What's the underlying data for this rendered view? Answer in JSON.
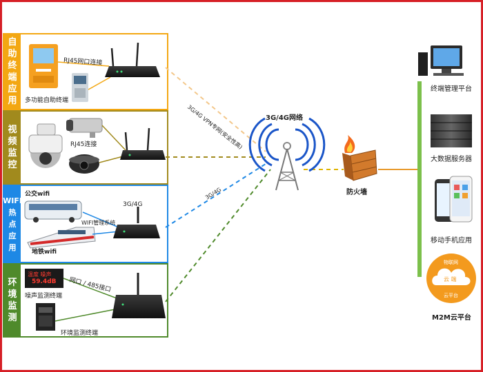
{
  "panels": [
    {
      "side": [
        "自",
        "助",
        "终",
        "端",
        "应",
        "用"
      ],
      "color": "#f3a712"
    },
    {
      "side": [
        "视",
        "频",
        "监",
        "控"
      ],
      "color": "#a18a1d"
    },
    {
      "side": [
        "WIFI",
        "热",
        "点",
        "应",
        "用"
      ],
      "color": "#1e88e5"
    },
    {
      "side": [
        "环",
        "境",
        "监",
        "测"
      ],
      "color": "#4f8a2b"
    }
  ],
  "labels": {
    "rj45_router": "RJ45网口连接",
    "kiosk": "多功能自助终端",
    "rj45": "RJ45连接",
    "bus_wifi": "公交wifi",
    "g34": "3G/4G",
    "wifi_sys": "WIFI管理系统",
    "metro_wifi": "地铁wifi",
    "net485": "网口 / 485接口",
    "noise": "噪声监测终端",
    "env": "环境监测终端",
    "noise_screen_1": "温度 噪声",
    "noise_screen_2": "59.4dB"
  },
  "links": {
    "vpn": "3G/4G VPN专网(安全性高)",
    "g34": "3G/4G"
  },
  "center": {
    "network": "3G/4G网络",
    "firewall": "防火墙"
  },
  "right": {
    "terminal_platform": "终端管理平台",
    "bigdata": "大数据服务器",
    "mobile": "移动手机应用",
    "cloud_top": "物联网",
    "cloud_mid": "云 端",
    "cloud_bot": "云平台",
    "m2m": "M2M云平台"
  }
}
